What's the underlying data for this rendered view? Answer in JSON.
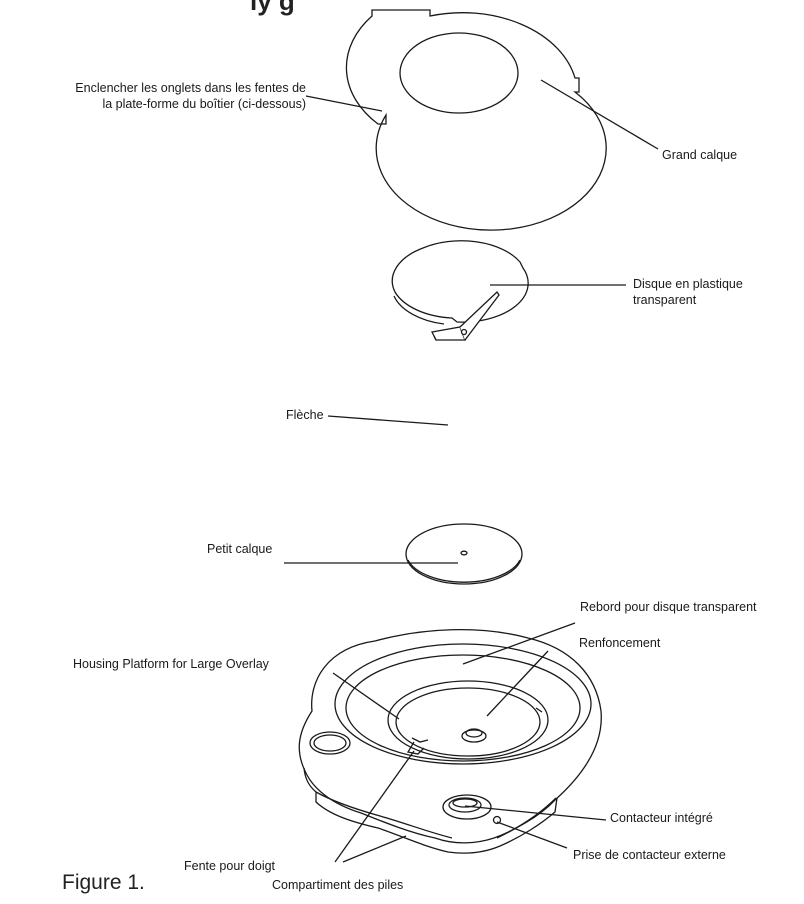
{
  "title_fragment": "ly g",
  "labels": {
    "tabs_hint_line1": "Enclencher les onglets dans les fentes de",
    "tabs_hint_line2": "la plate-forme du boîtier (ci-dessous)",
    "large_overlay": "Grand calque",
    "clear_disc_line1": "Disque en plastique",
    "clear_disc_line2": "transparent",
    "arrow": "Flèche",
    "small_overlay": "Petit calque",
    "clear_disc_ledge": "Rebord pour disque transparent",
    "recess": "Renfoncement",
    "housing_platform": "Housing Platform for Large Overlay",
    "builtin_switch": "Contacteur intégré",
    "finger_slot": "Fente pour doigt",
    "external_switch_jack": "Prise de contacteur externe",
    "battery_compartment": "Compartiment des piles"
  },
  "caption": "Figure 1.",
  "colors": {
    "stroke": "#1a1a1a",
    "fill": "#ffffff"
  }
}
